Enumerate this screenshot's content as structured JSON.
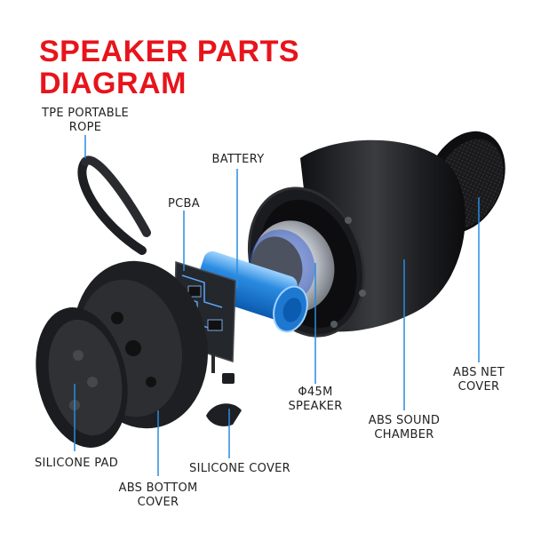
{
  "title": {
    "line1": "SPEAKER PARTS",
    "line2": "DIAGRAM"
  },
  "colors": {
    "title": "#e8141b",
    "leader": "#2a8be0",
    "part": "#1e1f22",
    "battery": "#2a8be0"
  },
  "parts": {
    "rope": {
      "line1": "TPE PORTABLE",
      "line2": "ROPE"
    },
    "battery": {
      "line1": "BATTERY"
    },
    "pcba": {
      "line1": "PCBA"
    },
    "speaker": {
      "line1": "Φ45M",
      "line2": "SPEAKER"
    },
    "sound_chamber": {
      "line1": "ABS SOUND",
      "line2": "CHAMBER"
    },
    "net_cover": {
      "line1": "ABS NET",
      "line2": "COVER"
    },
    "silicone_pad": {
      "line1": "SILICONE PAD"
    },
    "silicone_cover": {
      "line1": "SILICONE COVER"
    },
    "bottom_cover": {
      "line1": "ABS BOTTOM",
      "line2": "COVER"
    }
  }
}
